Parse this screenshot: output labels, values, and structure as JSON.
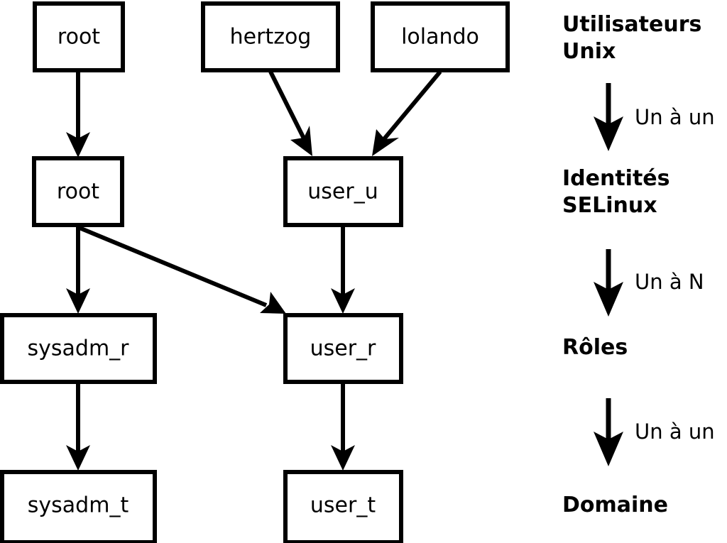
{
  "diagram": {
    "title_present": false,
    "background_color": "#ffffff",
    "stroke_color": "#000000",
    "nodes": [
      {
        "id": "unix_root",
        "label": "root",
        "layer": "Utilisateurs Unix"
      },
      {
        "id": "unix_hertzog",
        "label": "hertzog",
        "layer": "Utilisateurs Unix"
      },
      {
        "id": "unix_lolando",
        "label": "lolando",
        "layer": "Utilisateurs Unix"
      },
      {
        "id": "ident_root",
        "label": "root",
        "layer": "Identités SELinux"
      },
      {
        "id": "ident_user_u",
        "label": "user_u",
        "layer": "Identités SELinux"
      },
      {
        "id": "role_sysadm",
        "label": "sysadm_r",
        "layer": "Rôles"
      },
      {
        "id": "role_user",
        "label": "user_r",
        "layer": "Rôles"
      },
      {
        "id": "dom_sysadm",
        "label": "sysadm_t",
        "layer": "Domaine"
      },
      {
        "id": "dom_user",
        "label": "user_t",
        "layer": "Domaine"
      }
    ],
    "edges": [
      {
        "from": "unix_root",
        "to": "ident_root"
      },
      {
        "from": "unix_hertzog",
        "to": "ident_user_u"
      },
      {
        "from": "unix_lolando",
        "to": "ident_user_u"
      },
      {
        "from": "ident_root",
        "to": "role_sysadm"
      },
      {
        "from": "ident_root",
        "to": "role_user"
      },
      {
        "from": "ident_user_u",
        "to": "role_user"
      },
      {
        "from": "role_sysadm",
        "to": "dom_sysadm"
      },
      {
        "from": "role_user",
        "to": "dom_user"
      }
    ]
  },
  "legend": {
    "layers": [
      {
        "id": "layer-utilisateurs-unix",
        "line1": "Utilisateurs",
        "line2": "Unix"
      },
      {
        "id": "layer-identites-selinux",
        "line1": "Identités",
        "line2": "SELinux"
      },
      {
        "id": "layer-roles",
        "line1": "Rôles",
        "line2": ""
      },
      {
        "id": "layer-domaine",
        "line1": "Domaine",
        "line2": ""
      }
    ],
    "relations": [
      {
        "id": "relation-unix-to-identites",
        "label": "Un à un"
      },
      {
        "id": "relation-identites-to-roles",
        "label": "Un à N"
      },
      {
        "id": "relation-roles-to-domaine",
        "label": "Un à un"
      }
    ]
  }
}
